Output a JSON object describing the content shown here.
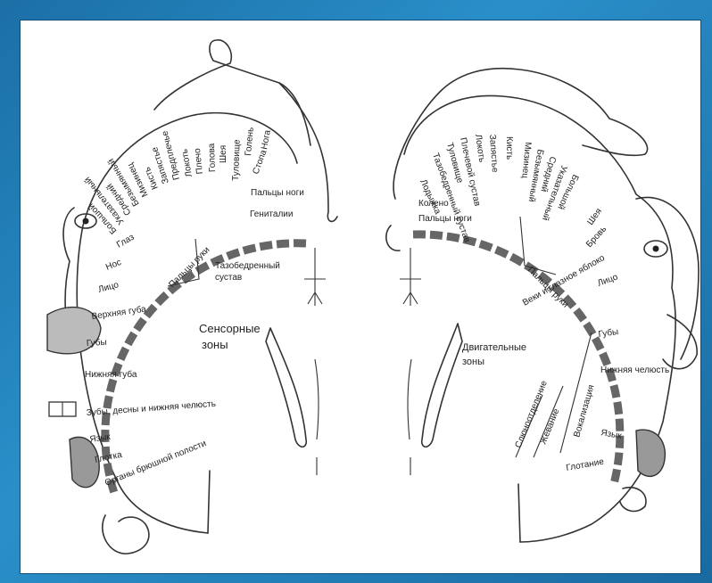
{
  "sensory": {
    "title_line1": "Сенсорные",
    "title_line2": "зоны",
    "hip_line1": "Тазобедренный",
    "hip_line2": "сустав",
    "hand_brace": "Пальцы руки",
    "labels": [
      "Гениталии",
      "Пальцы ноги",
      "Стопа",
      "Нога",
      "Голень",
      "Туловище",
      "Шея",
      "Голова",
      "Плечо",
      "Локоть",
      "Предплечье",
      "Запястье",
      "Кисть",
      "Мизинец",
      "Безымянный",
      "Средний",
      "Указательный",
      "Большой",
      "Глаз",
      "Нос",
      "Лицо",
      "Верхняя губа",
      "Губы",
      "Нижняя губа",
      "Зубы, десны и нижняя челюсть",
      "Язык",
      "Глотка",
      "Органы брюшной полости"
    ]
  },
  "motor": {
    "title_line1": "Двигательные",
    "title_line2": "зоны",
    "hand_brace": "Пальцы руки",
    "labels": [
      "Пальцы ноги",
      "Колено",
      "Лодыжка",
      "Тазобедренный сустав",
      "Туловище",
      "Плечевой сустав",
      "Локоть",
      "Запястье",
      "Кисть",
      "Мизинец",
      "Безымянный",
      "Средний",
      "Указательный",
      "Большой",
      "Шея",
      "Бровь",
      "Веки и глазное яблоко",
      "Лицо",
      "Губы",
      "Нижняя челюсть",
      "Язык",
      "Глотание"
    ],
    "side_labels": [
      "Слюноотделение",
      "Жевание",
      "Вокализация"
    ]
  }
}
